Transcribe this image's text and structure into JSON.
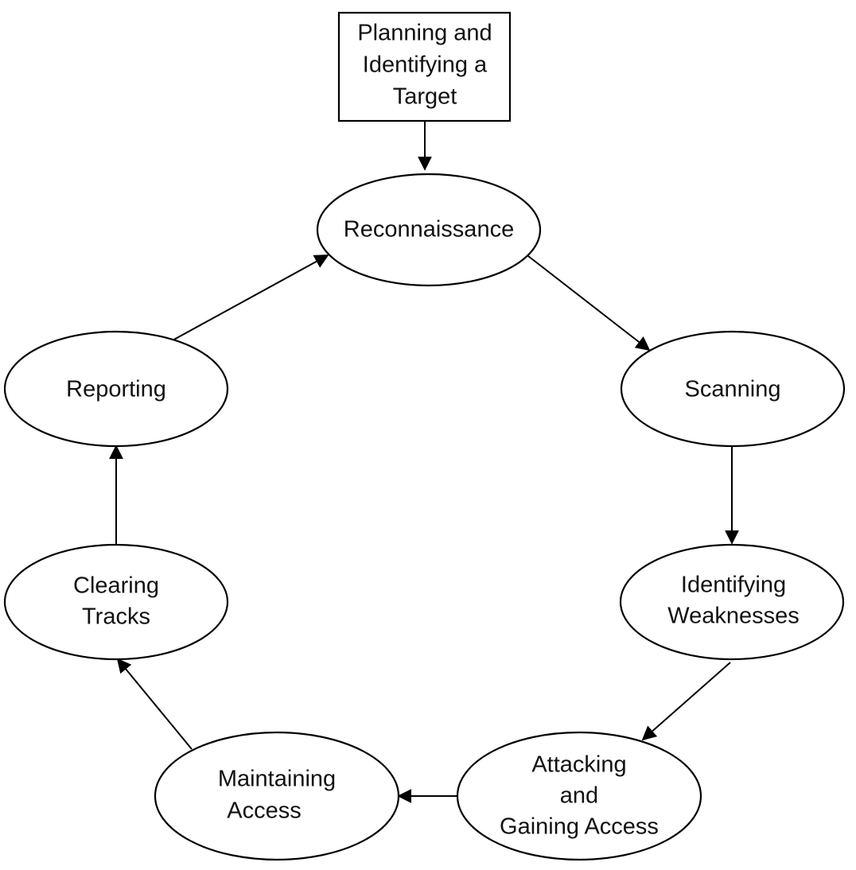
{
  "diagram": {
    "start": {
      "lines": [
        "Planning and",
        "Identifying a",
        "Target"
      ]
    },
    "nodes": {
      "reconnaissance": {
        "lines": [
          "Reconnaissance"
        ]
      },
      "scanning": {
        "lines": [
          "Scanning"
        ]
      },
      "identifying_weaknesses": {
        "lines": [
          "Identifying",
          "Weaknesses"
        ]
      },
      "attacking": {
        "lines": [
          "Attacking",
          "and",
          "Gaining Access"
        ]
      },
      "maintaining_access": {
        "lines": [
          "Maintaining",
          "Access"
        ]
      },
      "clearing_tracks": {
        "lines": [
          "Clearing",
          "Tracks"
        ]
      },
      "reporting": {
        "lines": [
          "Reporting"
        ]
      }
    },
    "colors": {
      "stroke": "#000000",
      "background": "#ffffff",
      "text": "#111111"
    }
  }
}
